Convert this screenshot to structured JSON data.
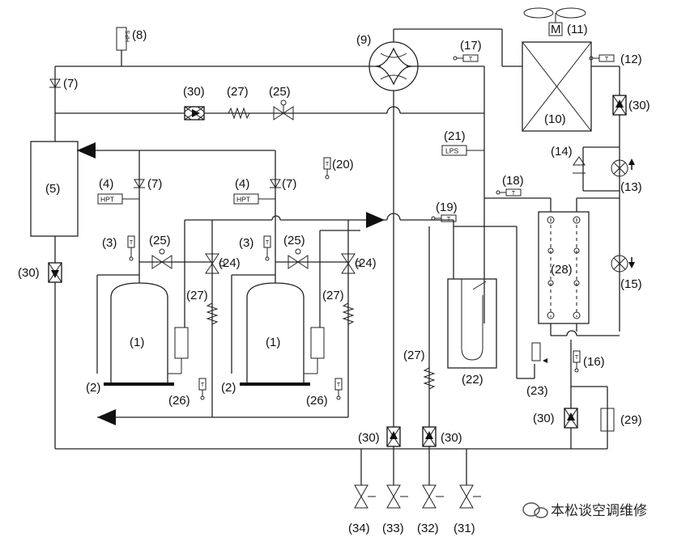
{
  "labels": {
    "l1a": "(1)",
    "l1b": "(1)",
    "l2a": "(2)",
    "l2b": "(2)",
    "l3a": "(3)",
    "l3b": "(3)",
    "l4a": "(4)",
    "l4b": "(4)",
    "l5": "(5)",
    "l7a": "(7)",
    "l7b": "(7)",
    "l7c": "(7)",
    "l8": "(8)",
    "l9": "(9)",
    "l10": "(10)",
    "l11": "(11)",
    "l12": "(12)",
    "l13": "(13)",
    "l14": "(14)",
    "l15": "(15)",
    "l16": "(16)",
    "l17": "(17)",
    "l18": "(18)",
    "l19": "(19)",
    "l20": "(20)",
    "l21": "(21)",
    "l22": "(22)",
    "l23": "(23)",
    "l24a": "(24)",
    "l24b": "(24)",
    "l25a": "(25)",
    "l25b": "(25)",
    "l25c": "(25)",
    "l26a": "(26)",
    "l26b": "(26)",
    "l27a": "(27)",
    "l27b": "(27)",
    "l27c": "(27)",
    "l27d": "(27)",
    "l28": "(28)",
    "l29": "(29)",
    "l30a": "(30)",
    "l30b": "(30)",
    "l30c": "(30)",
    "l30d": "(30)",
    "l30e": "(30)",
    "l30f": "(30)",
    "l31": "(31)",
    "l32": "(32)",
    "l33": "(33)",
    "l34": "(34)"
  },
  "tags": {
    "hpt": "HPT",
    "hpt2": "HPT",
    "lps": "LPS",
    "hps": "HPS",
    "motor": "M",
    "sensor": "T"
  },
  "watermark": "本松谈空调维修"
}
